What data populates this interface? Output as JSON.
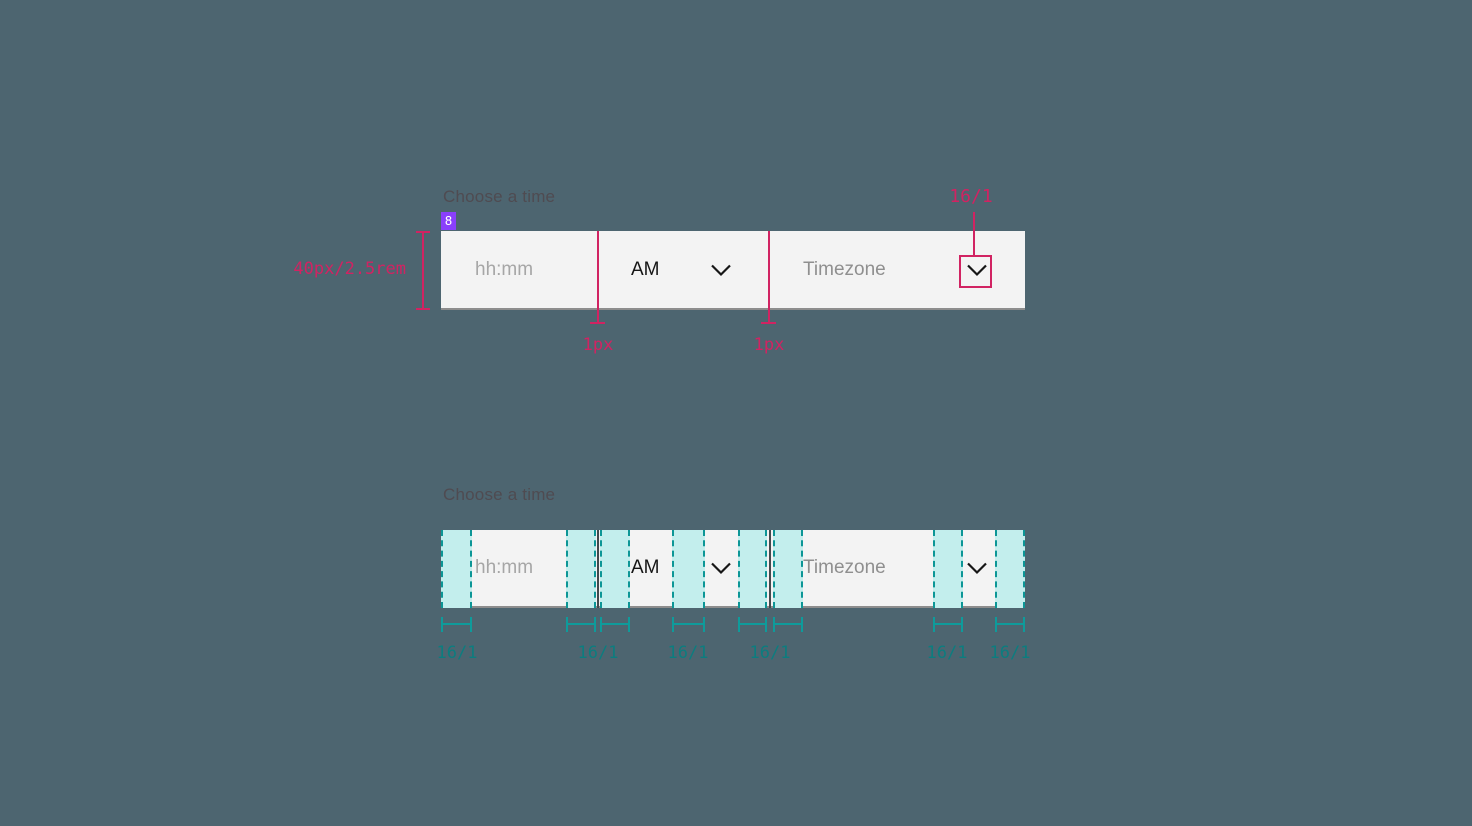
{
  "colors": {
    "background": "#4d6570",
    "field_background": "#f3f3f3",
    "field_border": "#8d8d8d",
    "annotation_pink": "#d12362",
    "annotation_purple": "#8a3ffc",
    "spacing_teal_fill": "#c3eeed",
    "spacing_teal_line": "#0e9b9b",
    "spacing_teal_text": "#0c7d7f",
    "text_dark": "#161616",
    "text_placeholder": "#a6a6a6"
  },
  "top_spec": {
    "label": "Choose a time",
    "badge": "8",
    "height_annotation": "40px/2.5rem",
    "divider_annotations": [
      "1px",
      "1px"
    ],
    "icon_spacing_annotation": "16/1",
    "field": {
      "time_placeholder": "hh:mm",
      "period_value": "AM",
      "timezone_placeholder": "Timezone"
    }
  },
  "bottom_spec": {
    "label": "Choose a time",
    "field": {
      "time_placeholder": "hh:mm",
      "period_value": "AM",
      "timezone_placeholder": "Timezone"
    },
    "spacing_labels": [
      "16/1",
      "16/1",
      "16/1",
      "16/1",
      "16/1",
      "16/1"
    ]
  }
}
